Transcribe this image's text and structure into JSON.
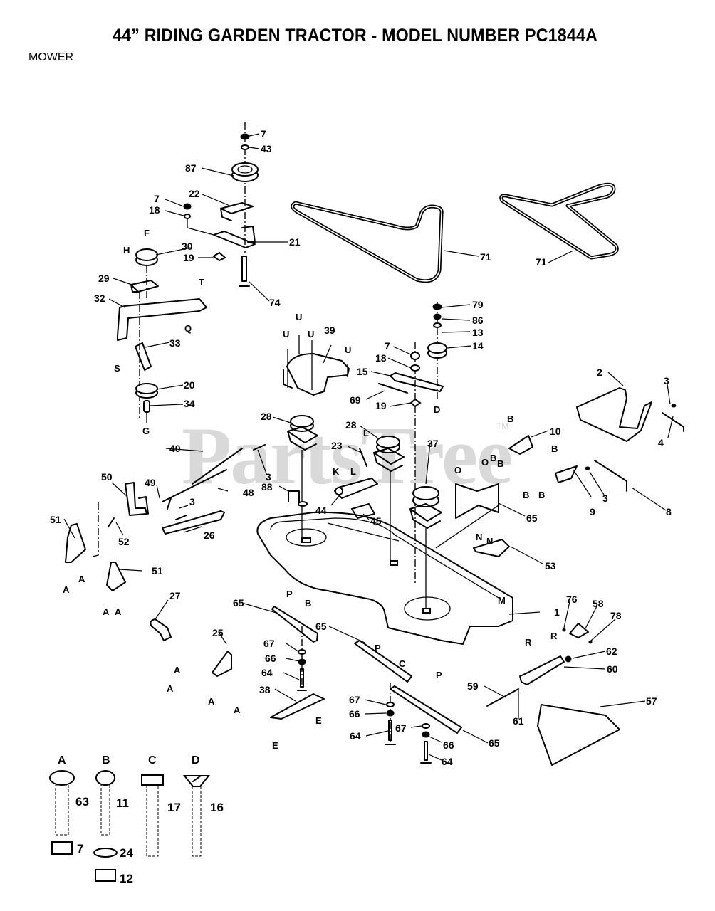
{
  "page": {
    "title": "44” RIDING GARDEN TRACTOR - MODEL NUMBER PC1844A",
    "section": "MOWER",
    "watermark": "PartsTree",
    "watermark_tm": "TM"
  },
  "callouts": {
    "upper_left_assembly": [
      "7",
      "43",
      "87",
      "7",
      "18",
      "22",
      "21",
      "30",
      "19",
      "29",
      "32",
      "74",
      "33",
      "20",
      "34"
    ],
    "belts": [
      "71",
      "71"
    ],
    "idler_assembly": [
      "79",
      "86",
      "13",
      "14",
      "7",
      "18",
      "15",
      "69",
      "19",
      "39"
    ],
    "spindles": [
      "28",
      "28",
      "37",
      "23",
      "44",
      "45",
      "88",
      "3"
    ],
    "linkage_left": [
      "40",
      "49",
      "48",
      "3",
      "50",
      "26",
      "51",
      "52",
      "51",
      "27",
      "25"
    ],
    "right_brackets": [
      "2",
      "3",
      "4",
      "10",
      "3",
      "9",
      "8",
      "65",
      "53",
      "1"
    ],
    "blades": [
      "65",
      "65",
      "65",
      "67",
      "66",
      "64",
      "38",
      "67",
      "66",
      "64",
      "67",
      "66",
      "64"
    ],
    "chute": [
      "76",
      "58",
      "78",
      "62",
      "60",
      "59",
      "61",
      "57"
    ]
  },
  "reference_letters": {
    "upper_left": [
      "F",
      "H",
      "T",
      "Q",
      "S",
      "G"
    ],
    "shroud": [
      "U",
      "U",
      "U",
      "U"
    ],
    "idler": [
      "D"
    ],
    "spindles": [
      "L",
      "K",
      "L",
      "O",
      "O"
    ],
    "brackets": [
      "B",
      "B",
      "B",
      "B",
      "B",
      "B",
      "B"
    ],
    "deck": [
      "P",
      "B",
      "P",
      "C",
      "P",
      "N",
      "N",
      "M"
    ],
    "lower_left": [
      "A",
      "A",
      "A",
      "A",
      "A",
      "A",
      "A",
      "A"
    ],
    "stabilizer": [
      "E",
      "E"
    ],
    "chute": [
      "R",
      "R"
    ]
  },
  "hardware_key": [
    {
      "letter": "A",
      "bolt_part": "63",
      "nut_part": "7",
      "type": "carriage-bolt"
    },
    {
      "letter": "B",
      "bolt_part": "11",
      "washer_part": "24",
      "nut_part": "12",
      "type": "carriage-bolt"
    },
    {
      "letter": "C",
      "bolt_part": "17",
      "type": "hex-bolt"
    },
    {
      "letter": "D",
      "bolt_part": "16",
      "type": "flat-head-screw"
    }
  ]
}
